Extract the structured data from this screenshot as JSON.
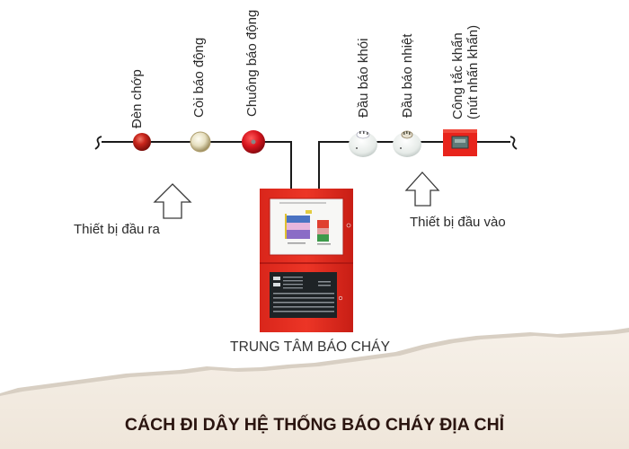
{
  "title": "CÁCH ĐI DÂY HỆ THỐNG BÁO CHÁY ĐỊA CHỈ",
  "control_panel": {
    "label": "TRUNG TÂM BÁO CHÁY"
  },
  "output_devices": {
    "group_label": "Thiết bị đầu ra",
    "items": [
      {
        "label": "Đèn chớp",
        "icon": "strobe-light-icon",
        "color": "#c0241c"
      },
      {
        "label": "Còi báo động",
        "icon": "siren-icon",
        "color": "#e8e2c4"
      },
      {
        "label": "Chuông báo động",
        "icon": "alarm-bell-icon",
        "color": "#d4171f"
      }
    ]
  },
  "input_devices": {
    "group_label": "Thiết bị đầu vào",
    "items": [
      {
        "label": "Đầu báo khói",
        "icon": "smoke-detector-icon",
        "color": "#eef0ee"
      },
      {
        "label": "Đầu báo nhiệt",
        "icon": "heat-detector-icon",
        "color": "#eef0ee"
      },
      {
        "label_line1": "Công tắc khẩn",
        "label_line2": "(nút nhấn khẩn)",
        "icon": "manual-call-point-icon",
        "color": "#e8241c"
      }
    ]
  },
  "colors": {
    "panel_red": "#e02a1f",
    "wire": "#1a1a1a",
    "title_text": "#2b1510",
    "paper_bg": "#f3ece3"
  }
}
